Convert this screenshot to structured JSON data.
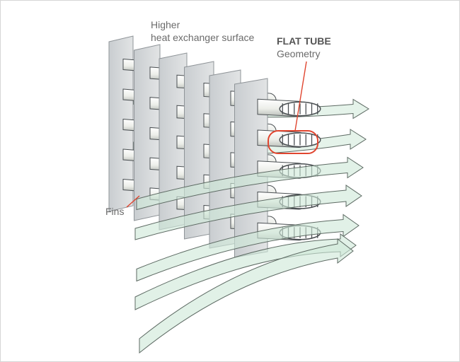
{
  "labels": {
    "higher_line1": "Higher",
    "higher_line2": "heat exchanger surface",
    "flat_tube_title": "FLAT TUBE",
    "flat_tube_sub": "Geometry",
    "fins": "Fins"
  },
  "colors": {
    "highlight": "#e0452f",
    "airflow_fill": "#cfe9d9",
    "airflow_stroke": "#5d6a63",
    "fin_fill": "#d5d8da",
    "tube_fill": "#f1f2ee",
    "tube_stroke": "#4a4f52",
    "label_text": "#6b6b6b"
  },
  "counts": {
    "fins": 6,
    "tubes_per_fin": 5,
    "tube_channels": 7,
    "airflow_arrows": 7
  }
}
